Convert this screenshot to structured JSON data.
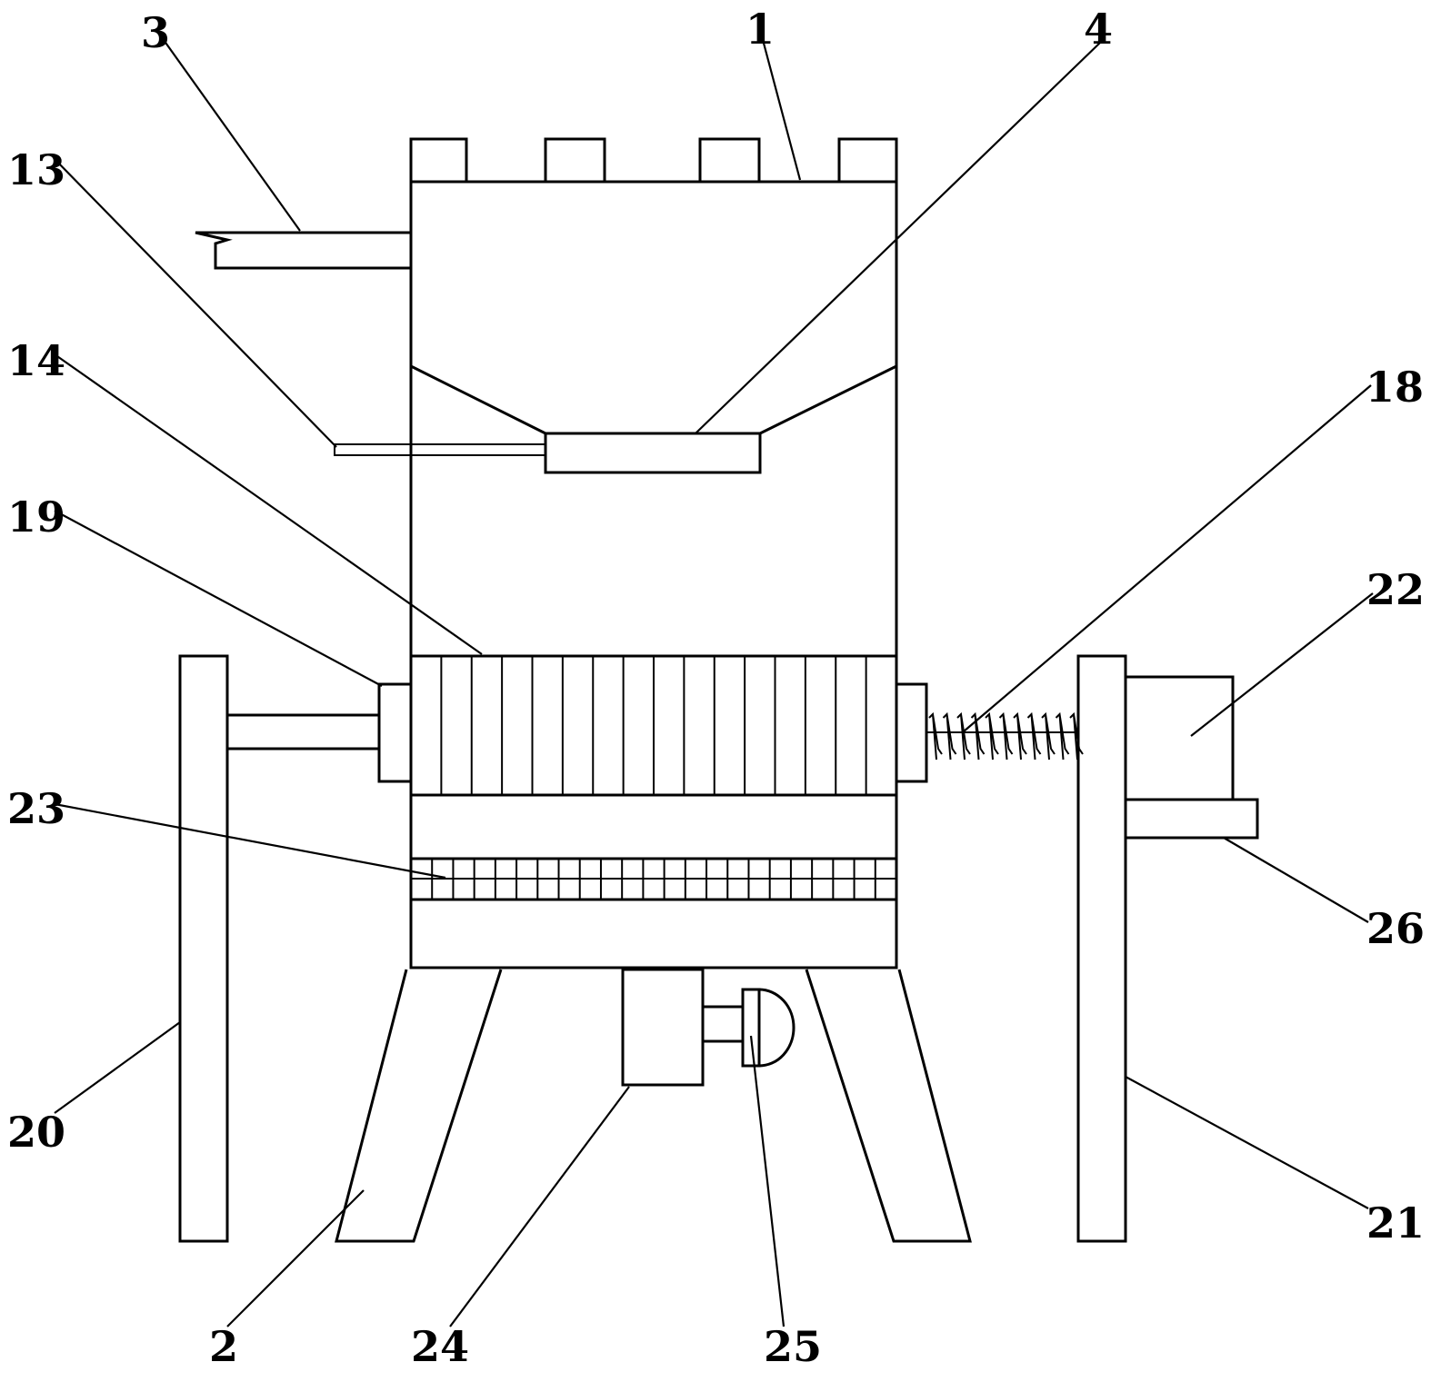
{
  "labels": {
    "l1": "1",
    "l2": "2",
    "l3": "3",
    "l4": "4",
    "l13": "13",
    "l14": "14",
    "l18": "18",
    "l19": "19",
    "l20": "20",
    "l21": "21",
    "l22": "22",
    "l23": "23",
    "l24": "24",
    "l25": "25",
    "l26": "26"
  }
}
